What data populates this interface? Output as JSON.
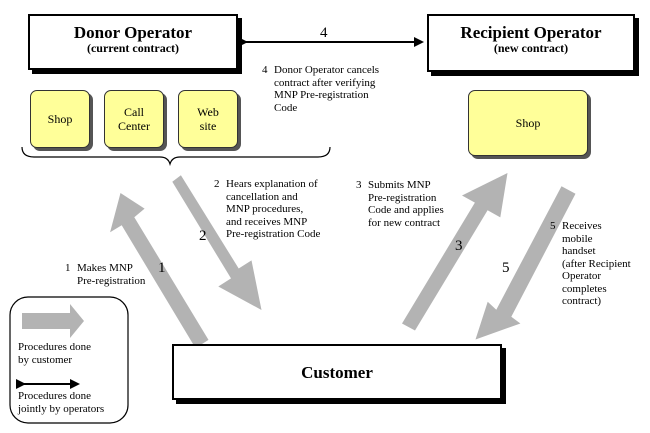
{
  "donor": {
    "title": "Donor Operator",
    "subtitle": "(current contract)"
  },
  "recipient": {
    "title": "Recipient Operator",
    "subtitle": "(new contract)"
  },
  "donor_outlets": [
    "Shop",
    "Call Center",
    "Web site"
  ],
  "recipient_outlets": [
    "Shop"
  ],
  "customer": "Customer",
  "steps": [
    {
      "num": "1",
      "lines": [
        "Makes MNP",
        "Pre-registration"
      ]
    },
    {
      "num": "2",
      "lines": [
        "Hears explanation of",
        "cancellation and",
        "MNP procedures,",
        "and receives MNP",
        "Pre-registration Code"
      ]
    },
    {
      "num": "3",
      "lines": [
        "Submits MNP",
        "Pre-registration",
        "Code and applies",
        "for new contract"
      ]
    },
    {
      "num": "4",
      "lines": [
        "Donor Operator cancels",
        "contract after verifying",
        "MNP Pre-registration",
        "Code"
      ]
    },
    {
      "num": "5",
      "lines": [
        "Receives",
        "mobile",
        "handset",
        "(after Recipient",
        "Operator",
        "completes",
        "contract)"
      ]
    }
  ],
  "legend": {
    "customer_lines": [
      "Procedures done",
      "by customer"
    ],
    "operator_lines": [
      "Procedures done",
      "jointly by operators"
    ]
  },
  "colors": {
    "outlet_fill": "#ffff99",
    "customer_arrow": "#b3b3b3"
  }
}
